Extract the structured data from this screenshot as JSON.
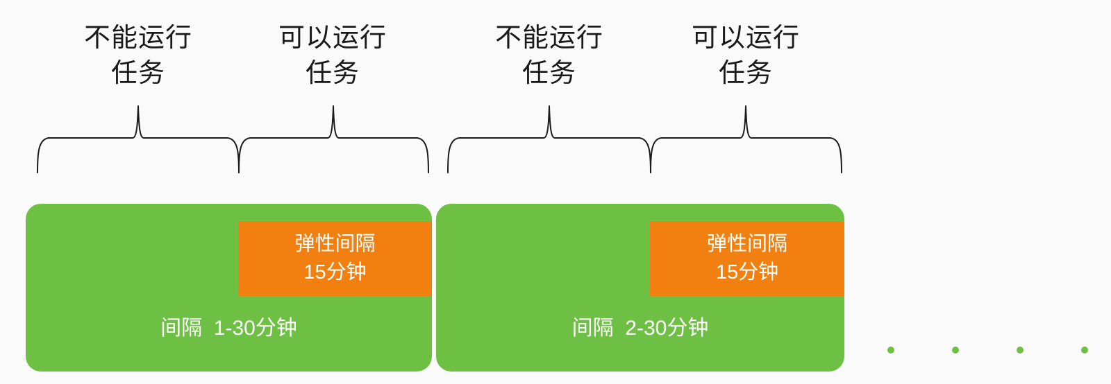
{
  "colors": {
    "background": "#fafafa",
    "green": "#6ec045",
    "orange": "#f28010",
    "label_text": "#1a1a1a",
    "box_text": "#ffffff",
    "brace_stroke": "#1a1a1a"
  },
  "top_labels": [
    {
      "line1": "不能运行",
      "line2": "任务"
    },
    {
      "line1": "可以运行",
      "line2": "任务"
    },
    {
      "line1": "不能运行",
      "line2": "任务"
    },
    {
      "line1": "可以运行",
      "line2": "任务"
    }
  ],
  "interval_blocks": [
    {
      "interval_label": "间隔  1-30分钟",
      "elastic_label_line1": "弹性间隔",
      "elastic_label_line2": "15分钟"
    },
    {
      "interval_label": "间隔  2-30分钟",
      "elastic_label_line1": "弹性间隔",
      "elastic_label_line2": "15分钟"
    }
  ],
  "ellipsis": {
    "dot_count": 4
  }
}
